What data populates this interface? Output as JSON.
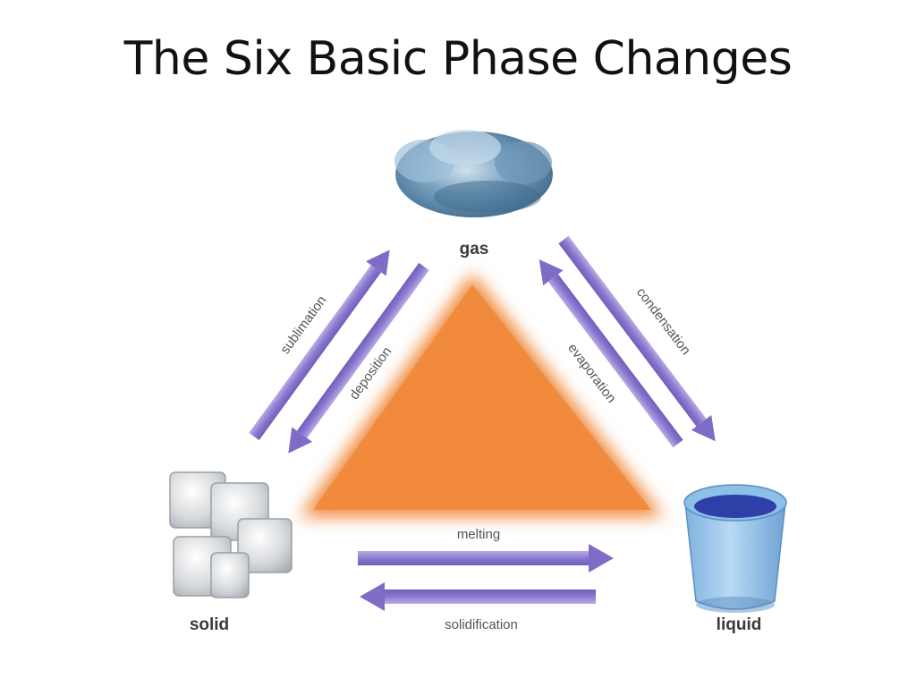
{
  "title": "The Six Basic Phase Changes",
  "phases": {
    "gas": "gas",
    "solid": "solid",
    "liquid": "liquid"
  },
  "processes": {
    "sublimation": "sublimation",
    "deposition": "deposition",
    "condensation": "condensation",
    "evaporation": "evaporation",
    "melting": "melting",
    "solidification": "solidification"
  },
  "colors": {
    "triangle": "#f08a3c",
    "arrow": "#8f7dd0",
    "water": "#3a4fb8",
    "cloud": "#5b86a8"
  }
}
